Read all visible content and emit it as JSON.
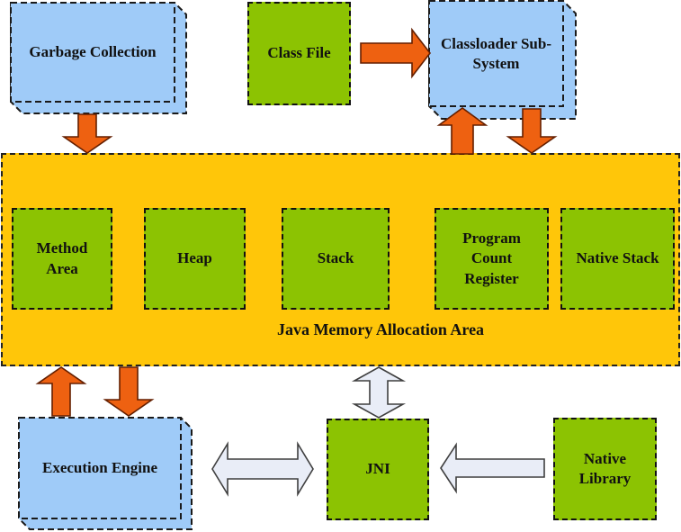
{
  "diagram": {
    "nodes": {
      "garbage_collection": "Garbage Collection",
      "class_file": "Class File",
      "classloader": "Classloader Sub-System",
      "java_memory_area": "Java Memory Allocation Area",
      "method_area": "Method Area",
      "heap": "Heap",
      "stack": "Stack",
      "program_count_register": "Program Count Register",
      "native_stack": "Native Stack",
      "execution_engine": "Execution Engine",
      "jni": "JNI",
      "native_library": "Native Library"
    },
    "edges": [
      {
        "from": "garbage_collection",
        "to": "java_memory_area",
        "style": "orange-block-arrow",
        "direction": "down"
      },
      {
        "from": "class_file",
        "to": "classloader",
        "style": "orange-block-arrow",
        "direction": "right"
      },
      {
        "from": "java_memory_area",
        "to": "classloader",
        "style": "orange-block-arrow",
        "direction": "up"
      },
      {
        "from": "classloader",
        "to": "java_memory_area",
        "style": "orange-block-arrow",
        "direction": "down"
      },
      {
        "from": "execution_engine",
        "to": "java_memory_area",
        "style": "orange-block-arrow",
        "direction": "up"
      },
      {
        "from": "java_memory_area",
        "to": "execution_engine",
        "style": "orange-block-arrow",
        "direction": "down"
      },
      {
        "from": "java_memory_area",
        "to": "jni",
        "style": "light-block-arrow",
        "direction": "both"
      },
      {
        "from": "execution_engine",
        "to": "jni",
        "style": "light-block-arrow",
        "direction": "both"
      },
      {
        "from": "native_library",
        "to": "jni",
        "style": "light-block-arrow",
        "direction": "left"
      }
    ],
    "colors": {
      "box_blue": "#9FCBF8",
      "box_green": "#8CC302",
      "region_yellow": "#FFC609",
      "arrow_orange": "#EE6111",
      "arrow_orange_border": "#641F00",
      "arrow_light": "#E9EDF7",
      "arrow_light_border": "#3F3F3F",
      "border_black": "#111111"
    }
  }
}
